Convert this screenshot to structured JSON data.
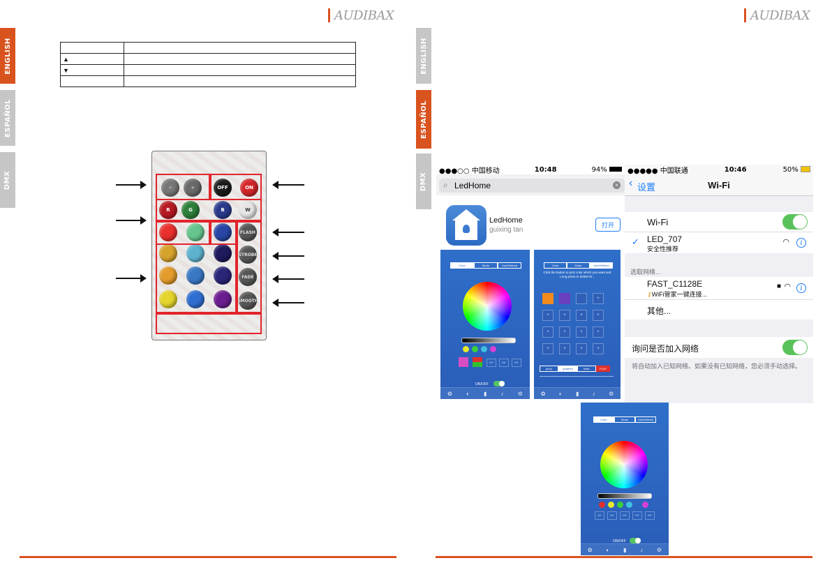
{
  "logo": {
    "text": "AUDIBAX"
  },
  "side_tabs": [
    "ENGLISH",
    "ESPAÑOL",
    "DMX"
  ],
  "colors": {
    "accent": "#d9531e",
    "tab_inactive": "#c6c6c6",
    "highlight": "#e2232b"
  },
  "spec_table": {
    "rows": [
      {
        "label": "",
        "value": ""
      },
      {
        "label": "",
        "value": "",
        "icon": "triangle-up-icon"
      },
      {
        "label": "",
        "value": "",
        "icon": "triangle-down-icon"
      },
      {
        "label": "",
        "value": ""
      }
    ]
  },
  "remote": {
    "buttons": {
      "off": "OFF",
      "on": "ON",
      "r": "R",
      "g": "G",
      "b": "B",
      "w": "W",
      "flash": "FLASH",
      "strobe": "STROBE",
      "fade": "FADE",
      "smooth": "SMOOTH"
    }
  },
  "appstore": {
    "status_left": "●●●○○ 中国移动",
    "status_time": "10:48",
    "status_battery": "94%",
    "search_value": "LedHome",
    "app_name": "LedHome",
    "app_author": "guixing tan",
    "open_button": "打开"
  },
  "app_screens": {
    "tabs": [
      "Color",
      "Mode",
      "UserDefined"
    ],
    "hint": "Click the button to pick color which you want and Long press to delete th...",
    "onoff": "ON/OFF",
    "diy": "DIY",
    "modes": [
      "jump",
      "gradient",
      "flash",
      "PLAY"
    ]
  },
  "wifi": {
    "status_left": "●●●●● 中国联通",
    "status_time": "10:46",
    "status_battery": "50%",
    "back_label": "设置",
    "title": "Wi-Fi",
    "wifi_label": "Wi-Fi",
    "connected_name": "LED_707",
    "connected_sub": "安全性推荐",
    "choose_network": "选取网络...",
    "other_name": "FAST_C1128E",
    "other_sub": "WiFi管家一键连接...",
    "other_label": "其他...",
    "ask_join": "询问是否加入网络",
    "ask_join_desc": "将自动加入已知网络。如果没有已知网络，您必须手动选择。"
  }
}
